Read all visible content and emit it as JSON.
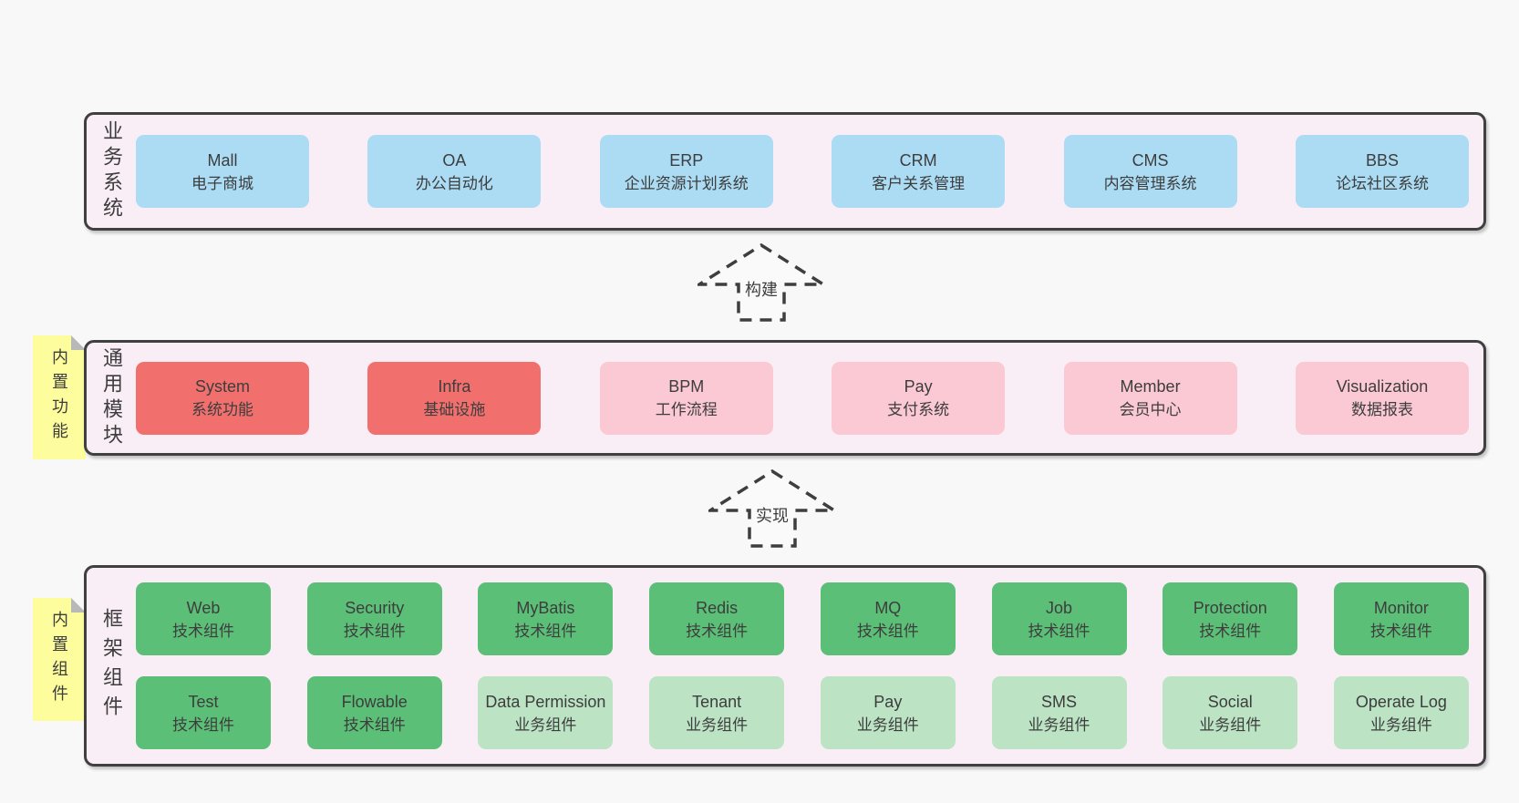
{
  "colors": {
    "page_bg": "#f8f8f8",
    "panel_bg": "#f9edf6",
    "panel_border": "#404040",
    "box_blue": "#abdcf4",
    "box_red": "#f1706e",
    "box_pink": "#fbc9d3",
    "box_green": "#5cbf77",
    "box_light_green": "#bbe3c4",
    "note_yellow": "#fdfd9d",
    "note_fold_gray": "#b8b8b8",
    "text": "#3d3d3d"
  },
  "arrows": [
    {
      "label": "构建"
    },
    {
      "label": "实现"
    }
  ],
  "sections": [
    {
      "label": "业务系统",
      "boxes": [
        {
          "title": "Mall",
          "subtitle": "电子商城",
          "variant": "blue"
        },
        {
          "title": "OA",
          "subtitle": "办公自动化",
          "variant": "blue"
        },
        {
          "title": "ERP",
          "subtitle": "企业资源计划系统",
          "variant": "blue"
        },
        {
          "title": "CRM",
          "subtitle": "客户关系管理",
          "variant": "blue"
        },
        {
          "title": "CMS",
          "subtitle": "内容管理系统",
          "variant": "blue"
        },
        {
          "title": "BBS",
          "subtitle": "论坛社区系统",
          "variant": "blue"
        }
      ]
    },
    {
      "label": "通用模块",
      "note": "内置功能",
      "boxes": [
        {
          "title": "System",
          "subtitle": "系统功能",
          "variant": "red"
        },
        {
          "title": "Infra",
          "subtitle": "基础设施",
          "variant": "red"
        },
        {
          "title": "BPM",
          "subtitle": "工作流程",
          "variant": "pink"
        },
        {
          "title": "Pay",
          "subtitle": "支付系统",
          "variant": "pink"
        },
        {
          "title": "Member",
          "subtitle": "会员中心",
          "variant": "pink"
        },
        {
          "title": "Visualization",
          "subtitle": "数据报表",
          "variant": "pink"
        }
      ]
    },
    {
      "label": "框架组件",
      "note": "内置组件",
      "rows": [
        [
          {
            "title": "Web",
            "subtitle": "技术组件",
            "variant": "green"
          },
          {
            "title": "Security",
            "subtitle": "技术组件",
            "variant": "green"
          },
          {
            "title": "MyBatis",
            "subtitle": "技术组件",
            "variant": "green"
          },
          {
            "title": "Redis",
            "subtitle": "技术组件",
            "variant": "green"
          },
          {
            "title": "MQ",
            "subtitle": "技术组件",
            "variant": "green"
          },
          {
            "title": "Job",
            "subtitle": "技术组件",
            "variant": "green"
          },
          {
            "title": "Protection",
            "subtitle": "技术组件",
            "variant": "green"
          },
          {
            "title": "Monitor",
            "subtitle": "技术组件",
            "variant": "green"
          }
        ],
        [
          {
            "title": "Test",
            "subtitle": "技术组件",
            "variant": "green"
          },
          {
            "title": "Flowable",
            "subtitle": "技术组件",
            "variant": "green"
          },
          {
            "title": "Data Permission",
            "subtitle": "业务组件",
            "variant": "lgreen"
          },
          {
            "title": "Tenant",
            "subtitle": "业务组件",
            "variant": "lgreen"
          },
          {
            "title": "Pay",
            "subtitle": "业务组件",
            "variant": "lgreen"
          },
          {
            "title": "SMS",
            "subtitle": "业务组件",
            "variant": "lgreen"
          },
          {
            "title": "Social",
            "subtitle": "业务组件",
            "variant": "lgreen"
          },
          {
            "title": "Operate Log",
            "subtitle": "业务组件",
            "variant": "lgreen"
          }
        ]
      ]
    }
  ]
}
